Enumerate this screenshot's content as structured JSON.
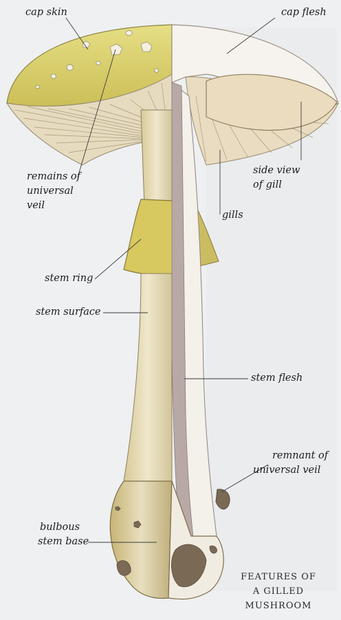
{
  "labels": {
    "cap_skin": "cap skin",
    "cap_flesh": "cap flesh",
    "remains_veil": [
      "remains of",
      "universal",
      "veil"
    ],
    "side_view_gill": [
      "side view",
      "of gill"
    ],
    "gills": "gills",
    "stem_ring": "stem ring",
    "stem_surface": "stem surface",
    "stem_flesh": "stem flesh",
    "remnant_veil": [
      "remnant of",
      "universal veil"
    ],
    "bulbous_base": [
      "bulbous",
      "stem base"
    ]
  },
  "title": [
    "FEATURES OF",
    "A GILLED",
    "MUSHROOM"
  ],
  "colors": {
    "background": "#eef0f1",
    "cap_yellow": "#d9cf6a",
    "gill_tan": "#e3d6bc",
    "stem_cream": "#ece3c8",
    "flesh_white": "#f6f3ee",
    "stem_flesh_grey": "#b8a9a6",
    "soil_brown": "#7a6a55"
  }
}
